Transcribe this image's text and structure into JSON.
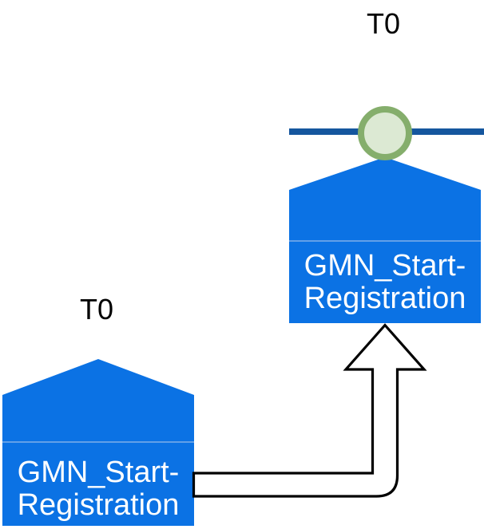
{
  "diagram": {
    "colors": {
      "background": "#ffffff",
      "node_fill": "#0b72e4",
      "node_divider": "#7fb0ea",
      "label_color": "#ffffff",
      "timestamp_color": "#000000",
      "timeline_color": "#15569e",
      "marker_ring": "#85ae6c",
      "marker_fill": "#dce9d3",
      "arrow_fill": "#ffffff",
      "arrow_outline": "#000000"
    },
    "source_node": {
      "timestamp": "T0",
      "label_line1": "GMN_Start-",
      "label_line2": "Registration"
    },
    "target_node": {
      "timestamp": "T0",
      "label_line1": "GMN_Start-",
      "label_line2": "Registration"
    }
  }
}
